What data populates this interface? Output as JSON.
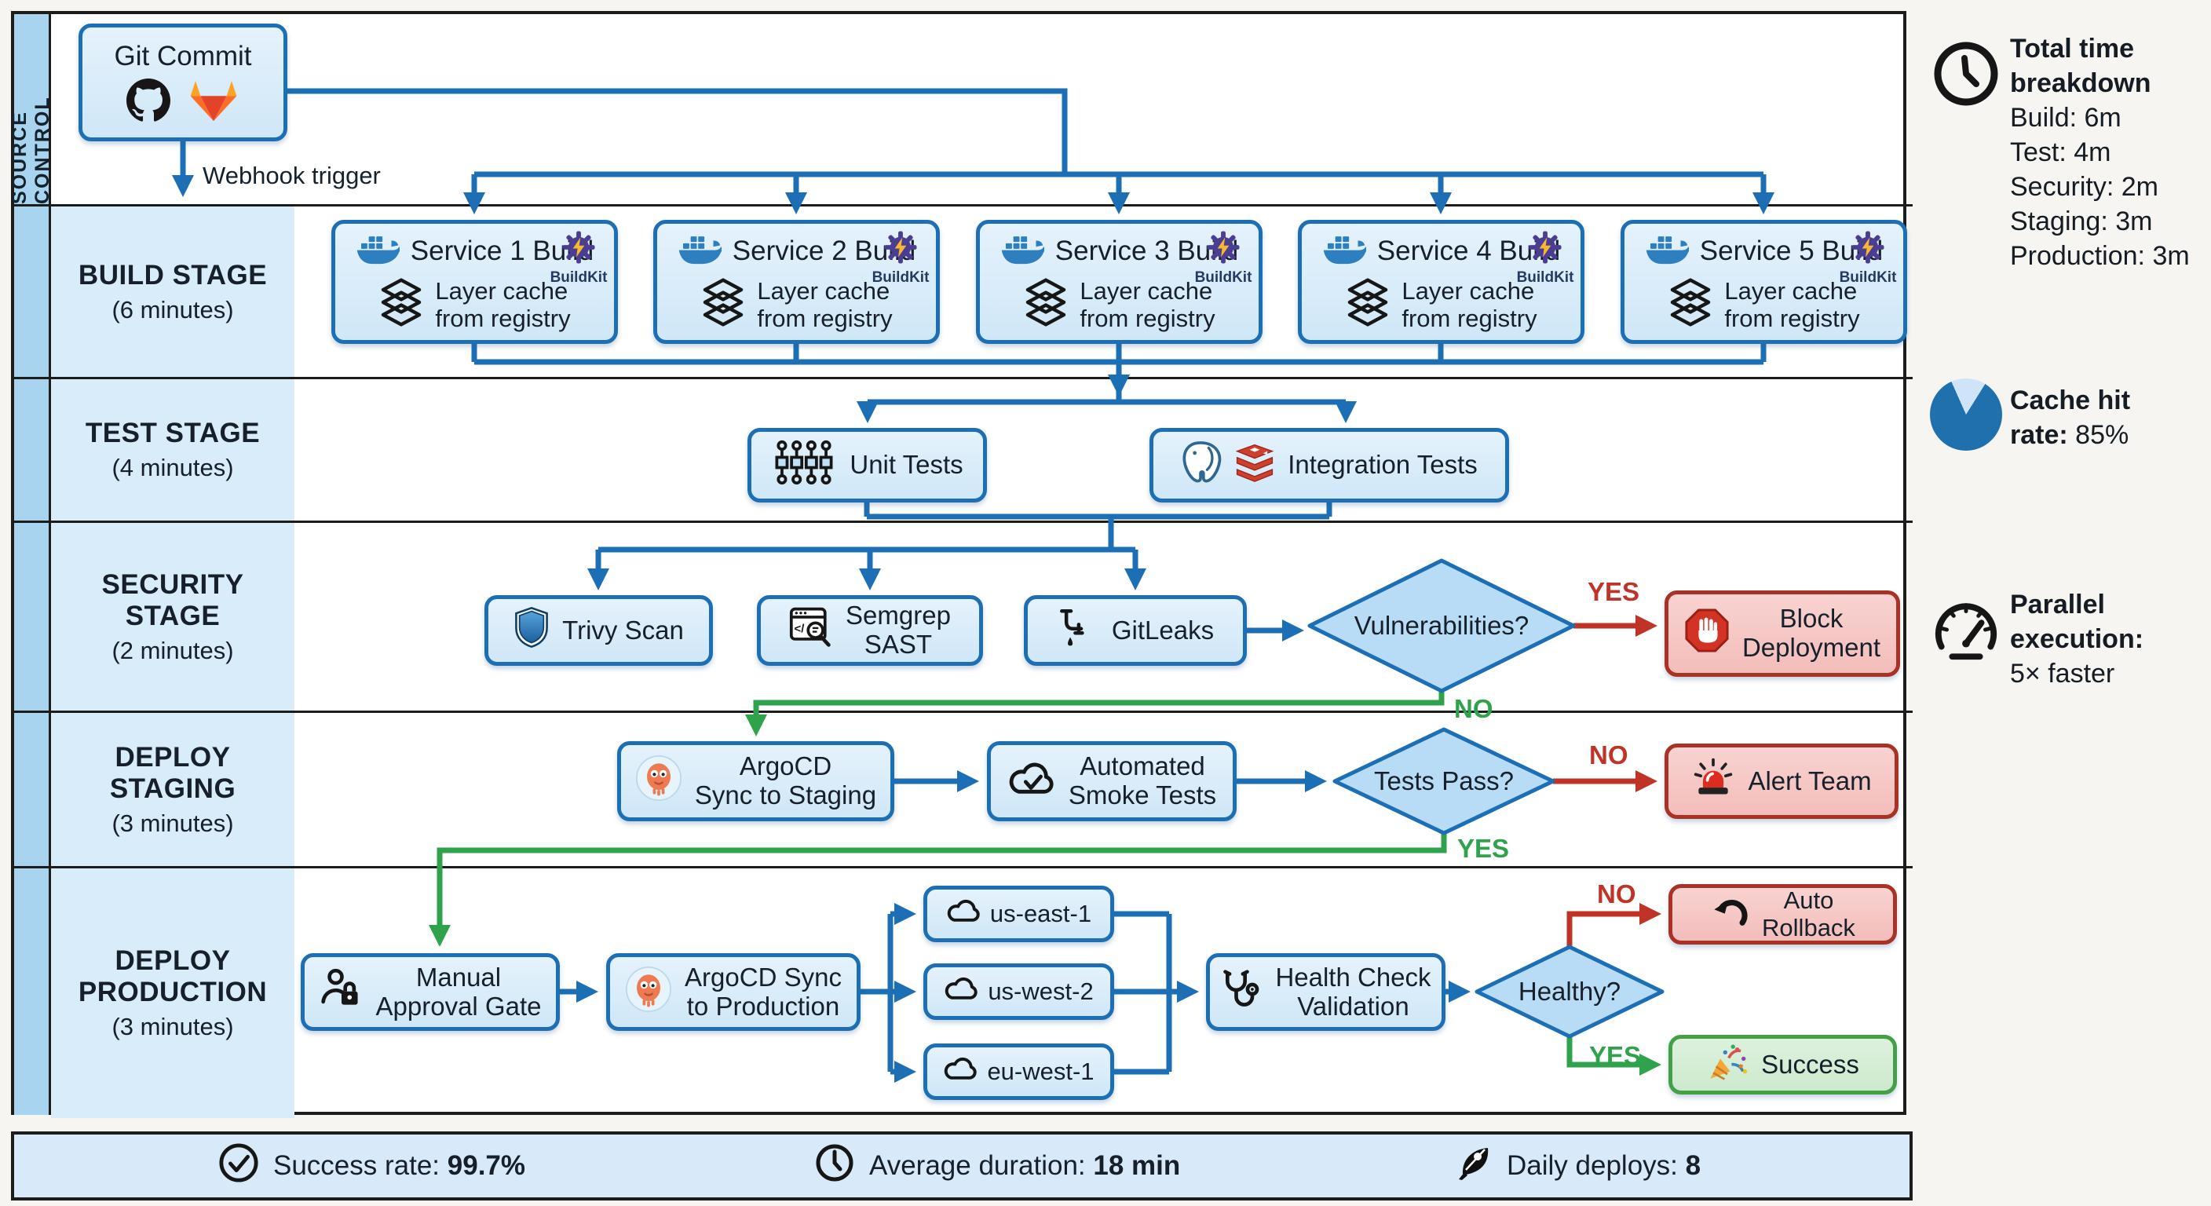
{
  "colors": {
    "accent_blue": "#1d6fb5",
    "green": "#2fa24c",
    "red": "#bf3427",
    "row_band_blue": "#d9ecfa",
    "strip_blue": "#a9d4ef",
    "node_fill": "#d8ebf8",
    "red_fill": "#f6c9c7",
    "green_fill": "#d9efd9",
    "footer_fill": "#d8eaf9"
  },
  "source": {
    "strip_label": "SOURCE CONTROL",
    "git_commit": "Git Commit",
    "webhook_label": "Webhook trigger"
  },
  "stages": [
    {
      "name": "BUILD STAGE",
      "name2": "",
      "duration": "(6 minutes)"
    },
    {
      "name": "TEST STAGE",
      "name2": "",
      "duration": "(4 minutes)"
    },
    {
      "name": "SECURITY STAGE",
      "name2": "",
      "duration": "(2 minutes)"
    },
    {
      "name": "DEPLOY STAGING",
      "name2": "",
      "duration": "(3 minutes)"
    },
    {
      "name": "DEPLOY",
      "name2": "PRODUCTION",
      "duration": "(3 minutes)"
    }
  ],
  "build": {
    "badge": "BuildKit",
    "cache_line1": "Layer cache",
    "cache_line2": "from registry",
    "services": [
      {
        "title": "Service 1 Build"
      },
      {
        "title": "Service 2 Build"
      },
      {
        "title": "Service 3 Build"
      },
      {
        "title": "Service 4 Build"
      },
      {
        "title": "Service 5 Build"
      }
    ]
  },
  "test": {
    "unit": "Unit Tests",
    "integration": "Integration Tests"
  },
  "security": {
    "trivy": "Trivy Scan",
    "semgrep1": "Semgrep",
    "semgrep2": "SAST",
    "gitleaks": "GitLeaks",
    "decision": "Vulnerabilities?",
    "block1": "Block",
    "block2": "Deployment"
  },
  "staging": {
    "argo1": "ArgoCD",
    "argo2": "Sync to Staging",
    "smoke1": "Automated",
    "smoke2": "Smoke Tests",
    "decision": "Tests Pass?",
    "alert": "Alert Team"
  },
  "production": {
    "manual1": "Manual",
    "manual2": "Approval Gate",
    "argo1": "ArgoCD Sync",
    "argo2": "to Production",
    "regions": [
      "us-east-1",
      "us-west-2",
      "eu-west-1"
    ],
    "health1": "Health Check",
    "health2": "Validation",
    "decision": "Healthy?",
    "rollback1": "Auto",
    "rollback2": "Rollback",
    "success": "Success"
  },
  "edge_labels": {
    "yes": "YES",
    "no": "NO"
  },
  "sidebar": {
    "time": {
      "title1": "Total time",
      "title2": "breakdown",
      "lines": [
        "Build: 6m",
        "Test: 4m",
        "Security: 2m",
        "Staging: 3m",
        "Production: 3m"
      ]
    },
    "cache": {
      "line1": "Cache hit",
      "rate_label": "rate:",
      "value": "85%",
      "percent": 85
    },
    "parallel": {
      "line1": "Parallel",
      "line2": "execution:",
      "line3": "5× faster"
    }
  },
  "footer": {
    "items": [
      {
        "label": "Success rate: ",
        "value": "99.7%"
      },
      {
        "label": "Average duration: ",
        "value": "18 min"
      },
      {
        "label": "Daily deploys: ",
        "value": "8"
      }
    ]
  }
}
